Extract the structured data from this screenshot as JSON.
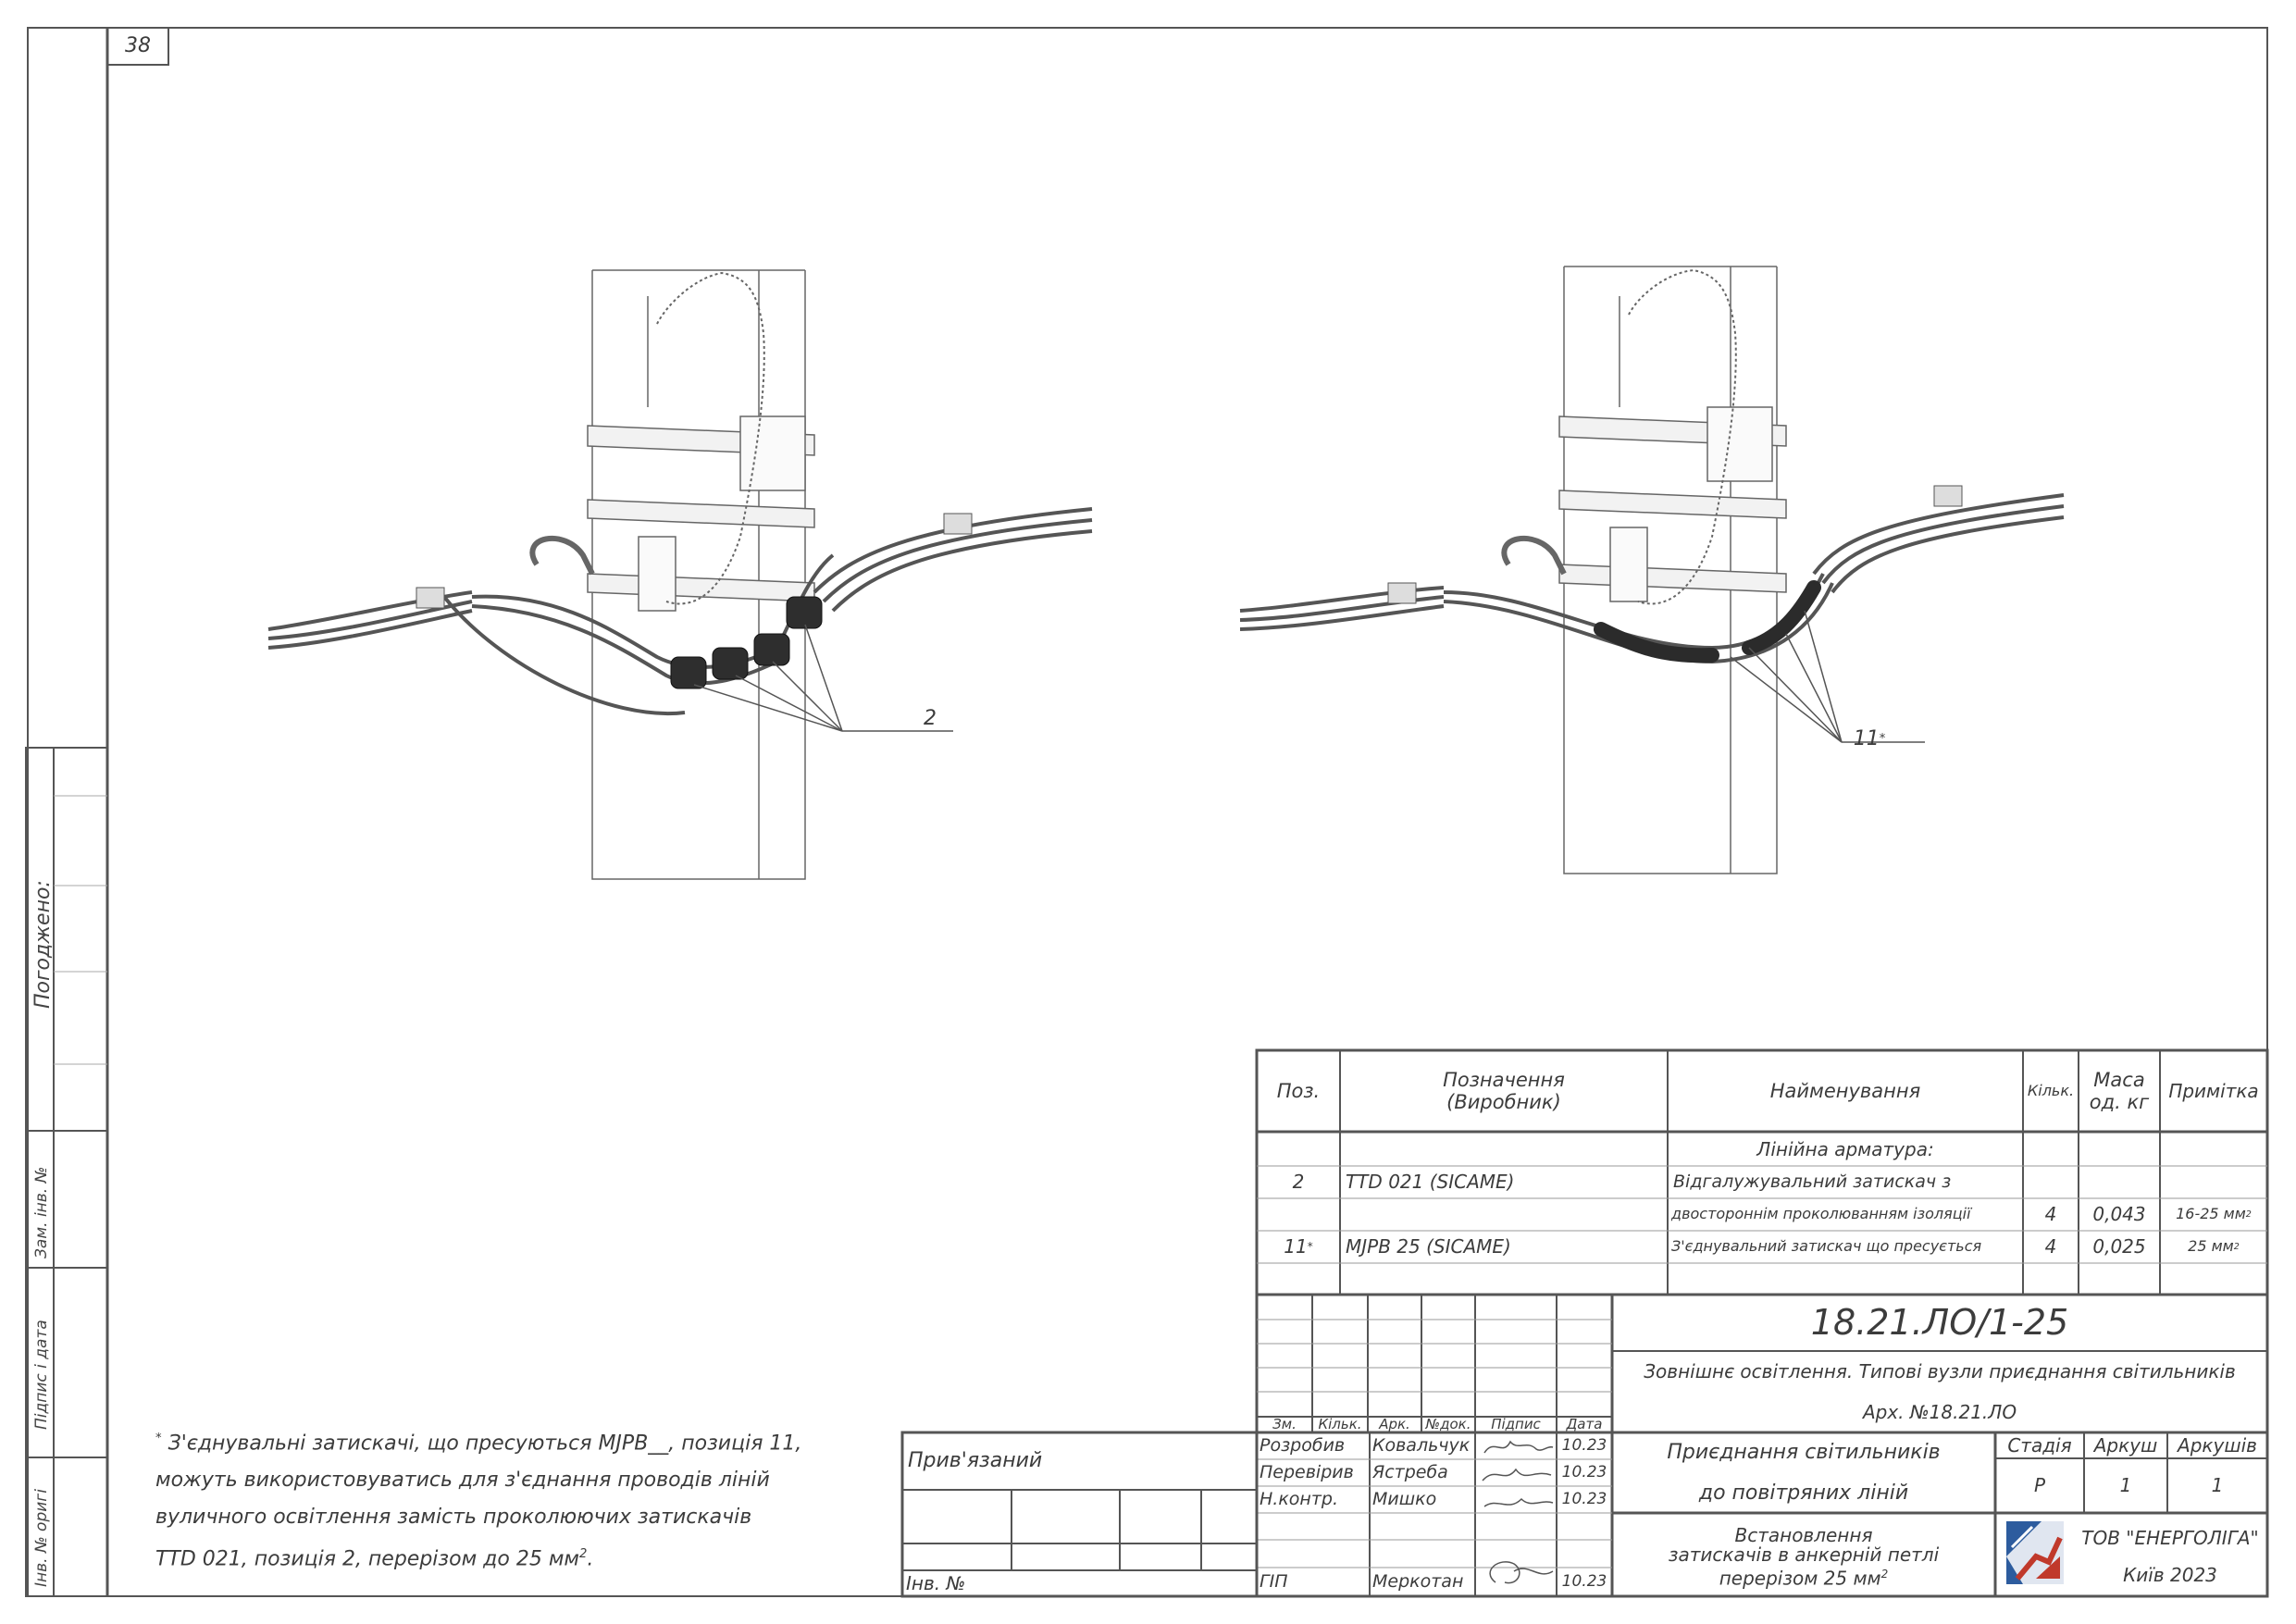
{
  "sheet": {
    "sheet_number": "38",
    "side_strip": {
      "approved": "Погоджено:",
      "replaced_inv": "Зам. інв. №",
      "signature_date": "Підпис і дата",
      "orig_inv": "Інв. № оригі"
    }
  },
  "drawing": {
    "left_view": {
      "callout": "2"
    },
    "right_view": {
      "callout": "11",
      "callout_mark": "*"
    }
  },
  "footnote": {
    "mark": "*",
    "line1": "З'єднувальні затискачі, що пресуються MJPB__, позиція 11,",
    "line2": "можуть використовуватись для з'єднання проводів ліній",
    "line3": "вуличного освітлення замість проколюючих затискачів",
    "line4": "TTD 021, позиція 2, перерізом до 25 мм",
    "line4_sup": "2",
    "line4_end": "."
  },
  "spec_table": {
    "headers": {
      "pos": "Поз.",
      "designation_1": "Позначення",
      "designation_2": "(Виробник)",
      "name": "Найменування",
      "qty": "Кільк.",
      "mass_1": "Маса",
      "mass_2": "од. кг",
      "note": "Примітка"
    },
    "group_title": "Лінійна арматура:",
    "rows": [
      {
        "pos": "2",
        "designation": "TTD 021   (SICAME)",
        "name_1": "Відгалужувальний затискач з",
        "name_2": "двостороннім проколюванням ізоляції",
        "qty": "4",
        "mass": "0,043",
        "note": "16-25 мм",
        "note_sup": "2"
      },
      {
        "pos": "11",
        "pos_sup": "*",
        "designation": "MJPB 25   (SICAME)",
        "name_1": "З'єднувальний затискач що пресується",
        "qty": "4",
        "mass": "0,025",
        "note": "25 мм",
        "note_sup": "2"
      }
    ]
  },
  "title_block": {
    "doc_code": "18.21.ЛО/1-25",
    "project_title": "Зовнішнє освітлення. Типові вузли приєднання світильників",
    "archive": "Арх. №18.21.ЛО",
    "col_headers": {
      "zm": "Зм.",
      "kilk": "Кільк.",
      "ark": "Арк.",
      "ndok": "№док.",
      "pidpys": "Підпис",
      "data": "Дата"
    },
    "people": [
      {
        "role": "Розробив",
        "name": "Ковальчук",
        "date": "10.23"
      },
      {
        "role": "Перевірив",
        "name": "Ястреба",
        "date": "10.23"
      },
      {
        "role": "Н.контр.",
        "name": "Мишко",
        "date": "10.23"
      },
      {
        "role": "ГІП",
        "name": "Меркотан",
        "date": "10.23"
      }
    ],
    "sheet_title_1": "Приєднання світильників",
    "sheet_title_2": "до повітряних ліній",
    "stage_label": "Стадія",
    "sheet_label": "Аркуш",
    "sheets_label": "Аркушів",
    "stage": "Р",
    "sheet": "1",
    "sheets": "1",
    "drawing_title_1": "Встановлення",
    "drawing_title_2": "затискачів в анкерній петлі",
    "drawing_title_3": "перерізом 25 мм",
    "drawing_title_sup": "2",
    "company": "ТОВ \"ЕНЕРГОЛІГА\"",
    "city_year": "Київ 2023",
    "bound": "Прив'язаний",
    "inv_no": "Інв. №"
  }
}
